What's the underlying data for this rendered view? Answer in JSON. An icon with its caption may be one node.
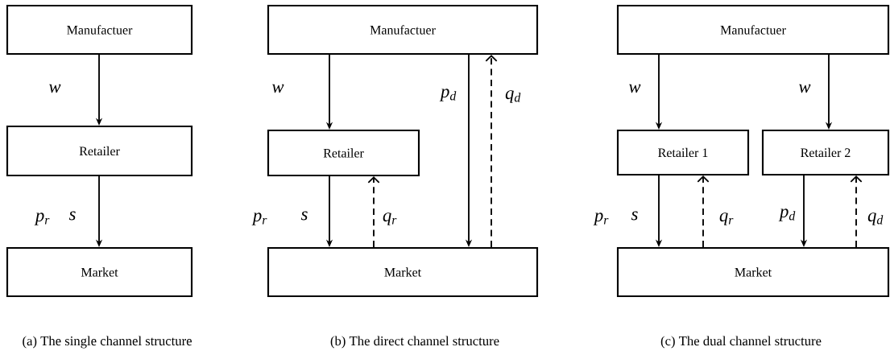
{
  "diagram": {
    "nodes": [
      {
        "text": [
          "Manufactuer"
        ]
      },
      {
        "text": [
          "Retailer"
        ]
      },
      {
        "text": [
          "Market"
        ]
      },
      {
        "text": [
          "Manufactuer"
        ]
      },
      {
        "text": [
          "Retailer"
        ]
      },
      {
        "text": [
          "Market"
        ]
      },
      {
        "text": [
          "Manufactuer"
        ]
      },
      {
        "text": [
          "Retailer 1"
        ]
      },
      {
        "text": [
          "Retailer 2"
        ]
      },
      {
        "text": [
          "Market"
        ]
      }
    ],
    "edges": [
      {
        "from": 0,
        "to": 1,
        "arrow": "to"
      },
      {
        "from": 1,
        "to": 2,
        "arrow": "to"
      },
      {
        "from": 3,
        "to": 4,
        "arrow": "to"
      },
      {
        "from": 4,
        "to": 5,
        "arrow": "to"
      },
      {
        "from": 5,
        "to": 4,
        "arrow": "to",
        "style": "dashed"
      },
      {
        "from": 3,
        "to": 5,
        "arrow": "to"
      },
      {
        "from": 5,
        "to": 3,
        "arrow": "to",
        "style": "dashed"
      },
      {
        "from": 6,
        "to": 7,
        "arrow": "to"
      },
      {
        "from": 6,
        "to": 8,
        "arrow": "to"
      },
      {
        "from": 7,
        "to": 9,
        "arrow": "to"
      },
      {
        "from": 9,
        "to": 7,
        "arrow": "to",
        "style": "dashed"
      },
      {
        "from": 8,
        "to": 9,
        "arrow": "to"
      },
      {
        "from": 9,
        "to": 8,
        "arrow": "to",
        "style": "dashed"
      }
    ],
    "labels": [
      "w",
      "p$_{r}$",
      "s",
      "w",
      "p$_{d}$",
      "q$_{d}$",
      "p$_{r}$",
      "s",
      "q$_{r}$",
      "w",
      "w",
      "p$_{r}$",
      "s",
      "q$_{r}$",
      "p$_{d}$",
      "q$_{d}$",
      "(a) The single channel structure",
      "(b) The direct channel structure",
      "(c) The dual channel structure"
    ]
  }
}
